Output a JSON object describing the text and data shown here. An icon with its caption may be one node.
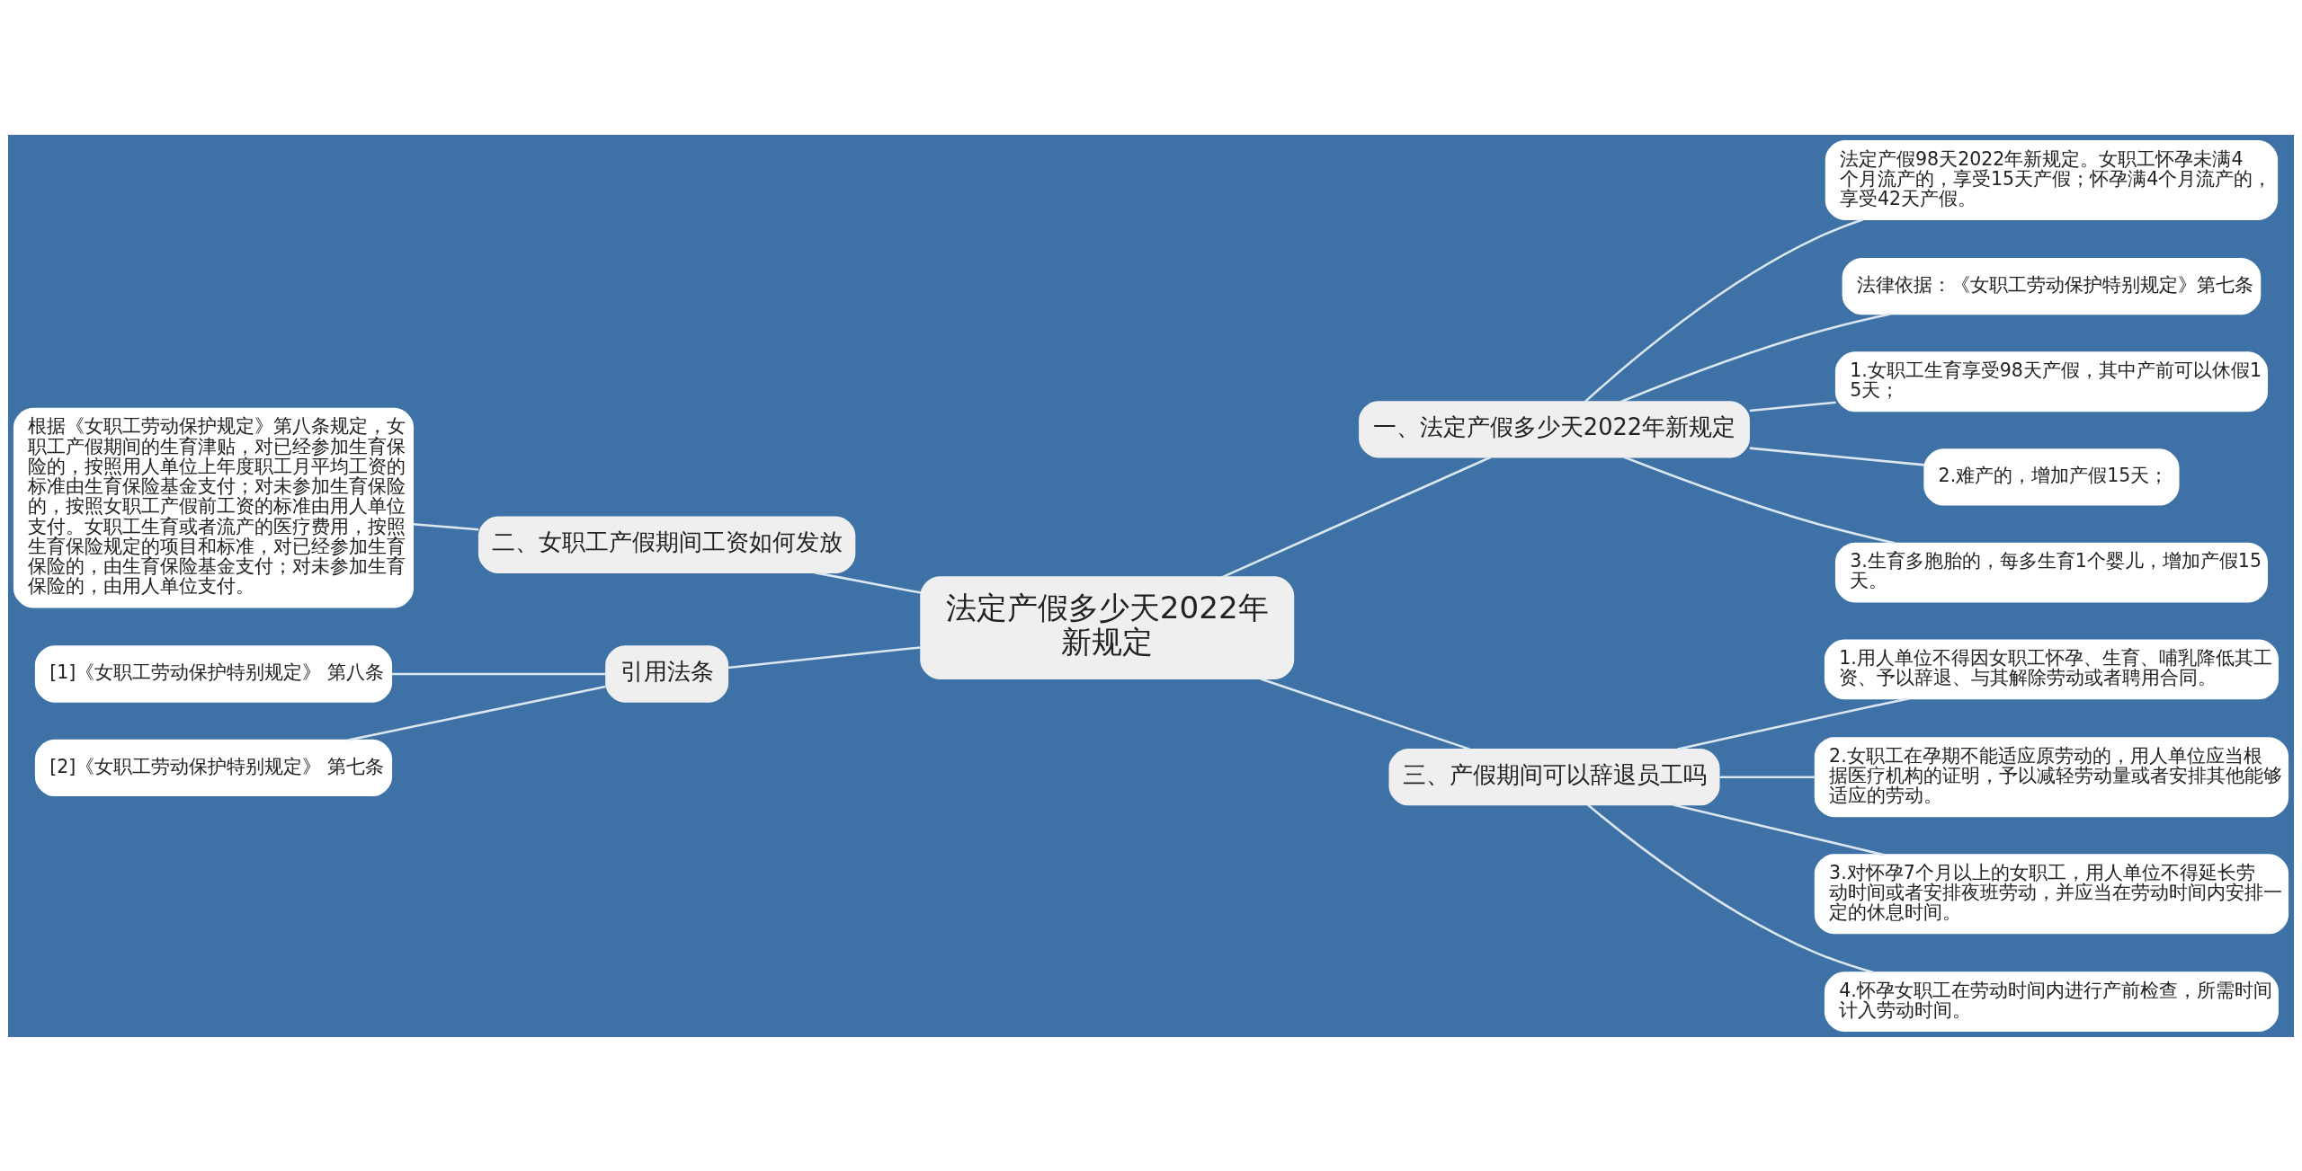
{
  "diagram": {
    "nodes": [
      {
        "text": [
          "法定产假多少天2022年新规定"
        ]
      },
      {
        "text": [
          "一、法定产假多少天2022年新规定"
        ]
      },
      {
        "text": [
          "法定产假98天2022年新规定。女职工怀孕未满4个月流产的，享受15天产假；怀孕满4个月流产的，享受42天产假。"
        ]
      },
      {
        "text": [
          "法律依据：《女职工劳动保护特别规定》第七条"
        ]
      },
      {
        "text": [
          "1.女职工生育享受98天产假，其中产前可以休假15天；"
        ]
      },
      {
        "text": [
          "2.难产的，增加产假15天；"
        ]
      },
      {
        "text": [
          "3.生育多胞胎的，每多生育1个婴儿，增加产假15天。"
        ]
      },
      {
        "text": [
          "三、产假期间可以辞退员工吗"
        ]
      },
      {
        "text": [
          "1.用人单位不得因女职工怀孕、生育、哺乳降低其工资、予以辞退、与其解除劳动或者聘用合同。"
        ]
      },
      {
        "text": [
          "2.女职工在孕期不能适应原劳动的，用人单位应当根据医疗机构的证明，予以减轻劳动量或者安排其他能够适应的劳动。"
        ]
      },
      {
        "text": [
          "3.对怀孕7个月以上的女职工，用人单位不得延长劳动时间或者安排夜班劳动，并应当在劳动时间内安排一定的休息时间。"
        ]
      },
      {
        "text": [
          "4.怀孕女职工在劳动时间内进行产前检查，所需时间计入劳动时间。"
        ]
      },
      {
        "text": [
          "二、女职工产假期间工资如何发放"
        ]
      },
      {
        "text": [
          "根据《女职工劳动保护规定》第八条规定，女职工产假期间的生育津贴，对已经参加生育保险的，按照用人单位上年度职工月平均工资的标准由生育保险基金支付；对未参加生育保险的，按照女职工产假前工资的标准由用人单位支付。女职工生育或者流产的医疗费用，按照生育保险规定的项目和标准，对已经参加生育保险的，由生育保险基金支付；对未参加生育保险的，由用人单位支付。"
        ]
      },
      {
        "text": [
          "引用法条"
        ]
      },
      {
        "text": [
          "[1]《女职工劳动保护特别规定》 第八条"
        ]
      },
      {
        "text": [
          "[2]《女职工劳动保护特别规定》 第七条"
        ]
      }
    ],
    "edges": [
      {
        "from": 0,
        "to": 1,
        "arrow": "none"
      },
      {
        "from": 1,
        "to": 2,
        "arrow": "none"
      },
      {
        "from": 1,
        "to": 3,
        "arrow": "none"
      },
      {
        "from": 1,
        "to": 4,
        "arrow": "none"
      },
      {
        "from": 1,
        "to": 5,
        "arrow": "none"
      },
      {
        "from": 1,
        "to": 6,
        "arrow": "none"
      },
      {
        "from": 0,
        "to": 7,
        "arrow": "none"
      },
      {
        "from": 7,
        "to": 8,
        "arrow": "none"
      },
      {
        "from": 7,
        "to": 9,
        "arrow": "none"
      },
      {
        "from": 7,
        "to": 10,
        "arrow": "none"
      },
      {
        "from": 7,
        "to": 11,
        "arrow": "none"
      },
      {
        "from": 0,
        "to": 12,
        "arrow": "none"
      },
      {
        "from": 12,
        "to": 13,
        "arrow": "none"
      },
      {
        "from": 0,
        "to": 14,
        "arrow": "none"
      },
      {
        "from": 14,
        "to": 15,
        "arrow": "none"
      },
      {
        "from": 14,
        "to": 16,
        "arrow": "none"
      }
    ]
  }
}
